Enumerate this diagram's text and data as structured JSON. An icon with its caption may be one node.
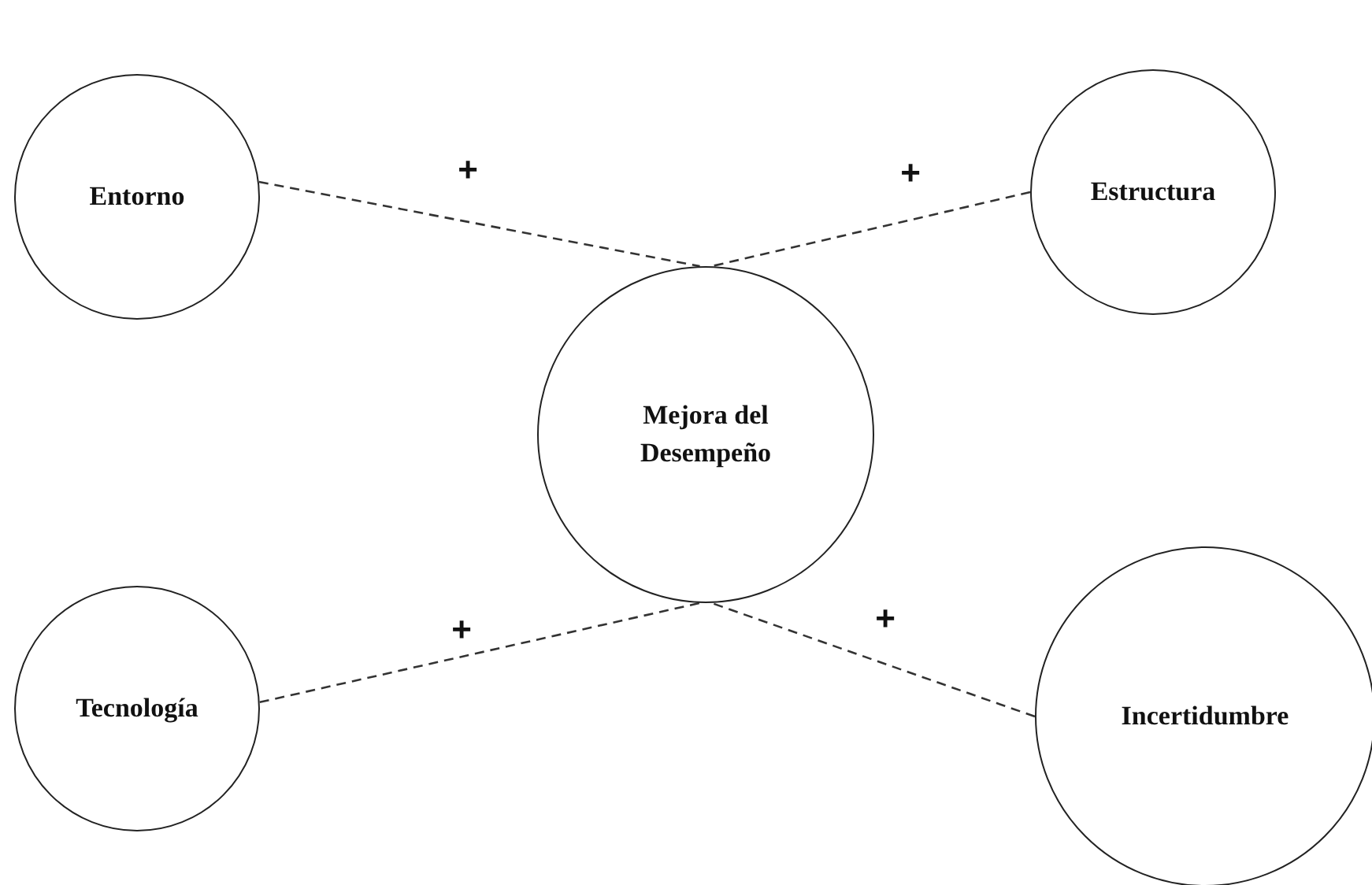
{
  "diagram": {
    "nodes": [
      {
        "text": [
          "Entorno"
        ]
      },
      {
        "text": [
          "Estructura"
        ]
      },
      {
        "text": [
          "Mejora del Desempeño"
        ]
      },
      {
        "text": [
          "Tecnología"
        ]
      },
      {
        "text": [
          "Incertidumbre"
        ]
      }
    ],
    "edges": [
      {
        "from": 0,
        "to": 2,
        "arrow": "none",
        "label": "+",
        "style": "dashed"
      },
      {
        "from": 1,
        "to": 2,
        "arrow": "none",
        "label": "+",
        "style": "dashed"
      },
      {
        "from": 3,
        "to": 2,
        "arrow": "none",
        "label": "+",
        "style": "dashed"
      },
      {
        "from": 4,
        "to": 2,
        "arrow": "none",
        "label": "+",
        "style": "dashed"
      }
    ]
  }
}
